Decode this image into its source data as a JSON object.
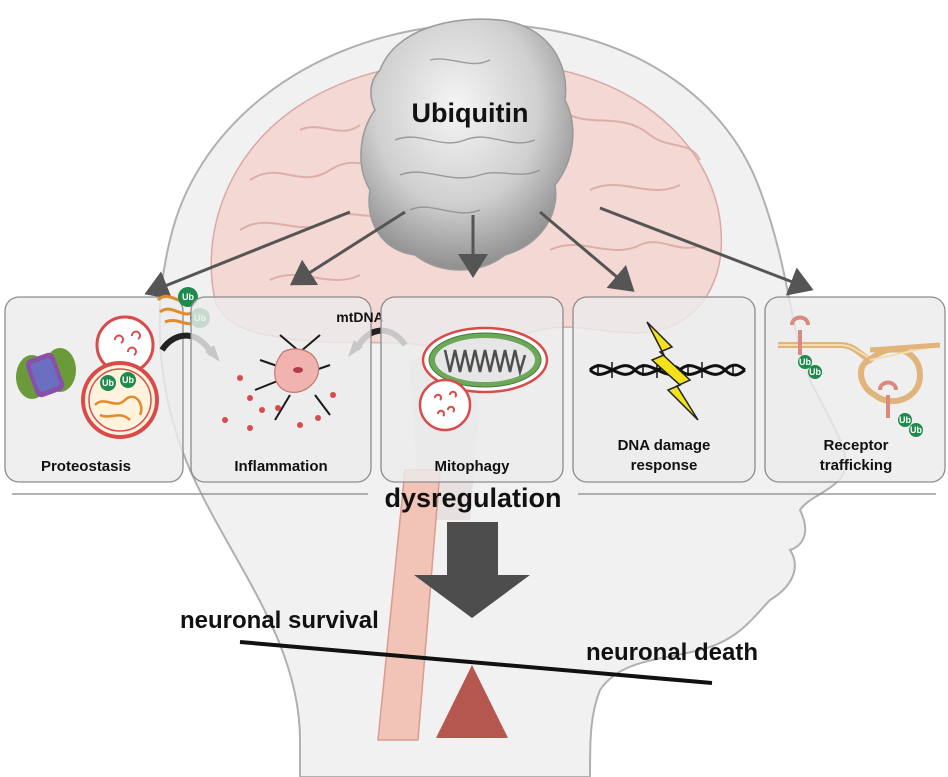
{
  "title": "Ubiquitin",
  "panels": [
    {
      "label": "Proteostasis"
    },
    {
      "label": "Inflammation"
    },
    {
      "label": "Mitophagy"
    },
    {
      "label_line1": "DNA damage",
      "label_line2": "response"
    },
    {
      "label_line1": "Receptor",
      "label_line2": "trafficking"
    }
  ],
  "mtdna_label": "mtDNA",
  "ub_tag": "Ub",
  "dysregulation_label": "dysregulation",
  "balance": {
    "left_label": "neuronal survival",
    "right_label": "neuronal death"
  },
  "colors": {
    "head": "#d9d9d9",
    "brain": "#f4cfc8",
    "spinal_cord": "#f2c4b8",
    "ubiquitin_protein": "#c8c8c8",
    "ub_tag": "#1f8a4c",
    "fulcrum": "#b5574e",
    "big_arrow": "#4d4d4d"
  }
}
